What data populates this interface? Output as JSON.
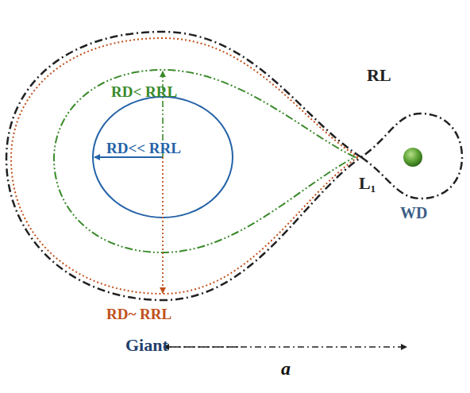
{
  "diagram": {
    "labels": [
      "RL",
      "RD< RRL",
      "RD<< RRL",
      "L₁",
      "WD",
      "RD~ RRL",
      "Giant",
      "a"
    ]
  }
}
